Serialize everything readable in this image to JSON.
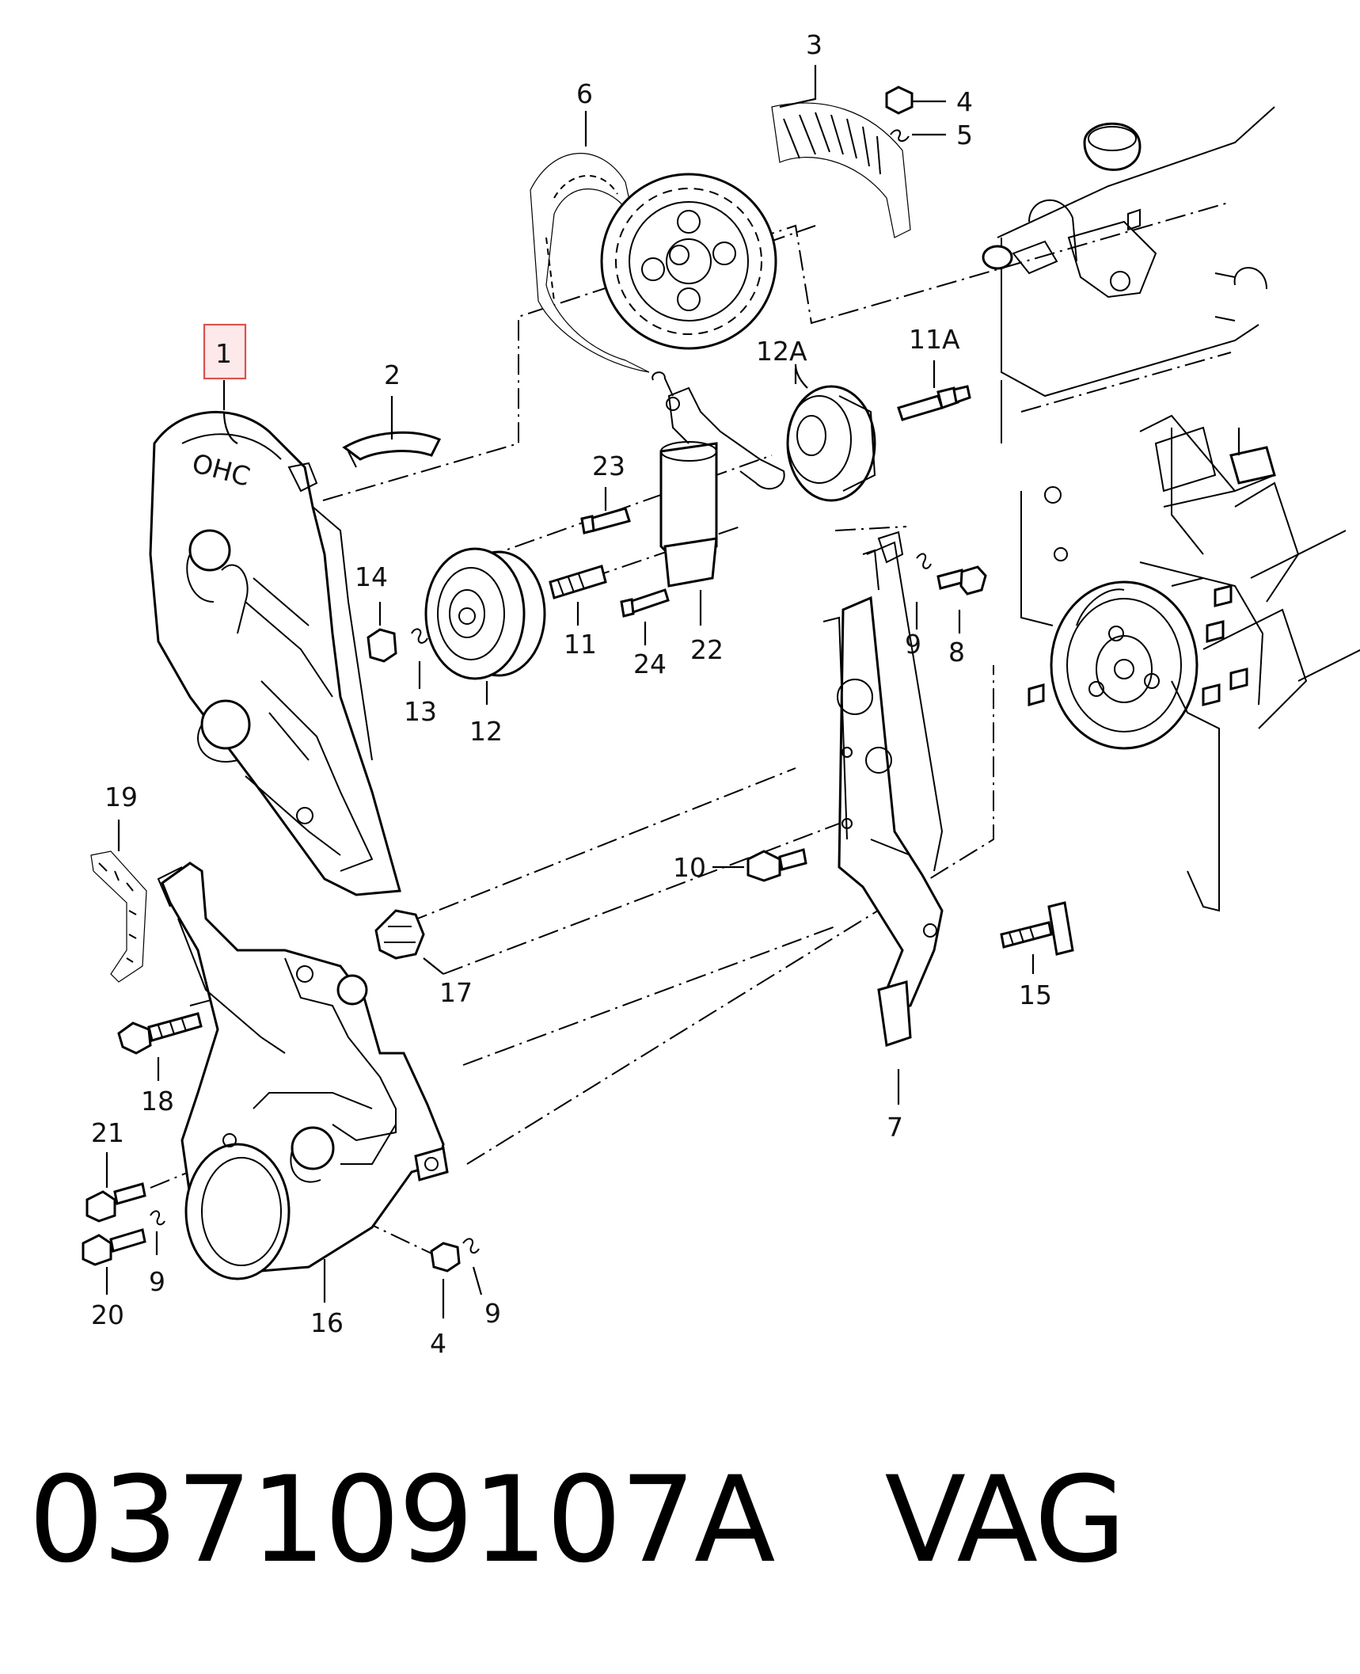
{
  "callouts": {
    "c1": "1",
    "c2": "2",
    "c3": "3",
    "c4a": "4",
    "c4b": "4",
    "c5": "5",
    "c6": "6",
    "c7": "7",
    "c8": "8",
    "c9a": "9",
    "c9b": "9",
    "c9c": "9",
    "c10": "10",
    "c11": "11",
    "c11A": "11A",
    "c12": "12",
    "c12A": "12A",
    "c13": "13",
    "c14": "14",
    "c15": "15",
    "c16": "16",
    "c17": "17",
    "c18": "18",
    "c19": "19",
    "c20": "20",
    "c21": "21",
    "c22": "22",
    "c23": "23",
    "c24": "24"
  },
  "cover_lettering": "OHC",
  "caption": {
    "part_number": "037109107A",
    "brand": "VAG"
  },
  "colors": {
    "highlight_box": "#d9534f",
    "highlight_fill": "#fde8ea"
  }
}
